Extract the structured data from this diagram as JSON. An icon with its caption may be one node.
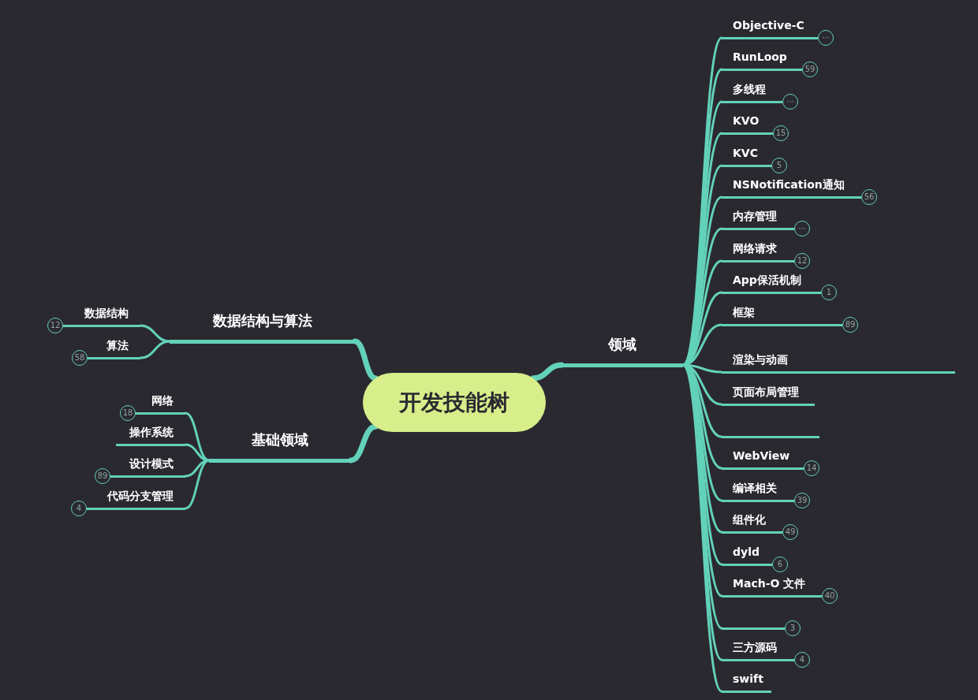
{
  "diagram": {
    "nodes": [
      {
        "text": [
          "开发技能树"
        ]
      },
      {
        "text": [
          "领域"
        ]
      },
      {
        "text": [
          "Objective-C"
        ],
        "beside": [
          "···"
        ]
      },
      {
        "text": [
          "RunLoop"
        ],
        "beside": [
          "59"
        ]
      },
      {
        "text": [
          "多线程"
        ],
        "beside": [
          "···"
        ]
      },
      {
        "text": [
          "KVO"
        ],
        "beside": [
          "15"
        ]
      },
      {
        "text": [
          "KVC"
        ],
        "beside": [
          "5"
        ]
      },
      {
        "text": [
          "NSNotification通知"
        ],
        "beside": [
          "56"
        ]
      },
      {
        "text": [
          "内存管理"
        ],
        "beside": [
          "···"
        ]
      },
      {
        "text": [
          "网络请求"
        ],
        "beside": [
          "12"
        ]
      },
      {
        "text": [
          "App保活机制"
        ],
        "beside": [
          "1"
        ]
      },
      {
        "text": [
          "框架"
        ],
        "beside": [
          "89"
        ]
      },
      {
        "text": [
          "渲染与动画"
        ]
      },
      {
        "text": [
          "页面布局管理"
        ]
      },
      {
        "text": [],
        "shape": "line"
      },
      {
        "text": [
          "WebView"
        ],
        "beside": [
          "14"
        ]
      },
      {
        "text": [
          "编译相关"
        ],
        "beside": [
          "39"
        ]
      },
      {
        "text": [
          "组件化"
        ],
        "beside": [
          "49"
        ]
      },
      {
        "text": [
          "dyld"
        ],
        "beside": [
          "6"
        ]
      },
      {
        "text": [
          "Mach-O 文件"
        ],
        "beside": [
          "40"
        ]
      },
      {
        "text": [],
        "shape": "line",
        "beside": [
          "3"
        ]
      },
      {
        "text": [
          "三方源码"
        ],
        "beside": [
          "4"
        ]
      },
      {
        "text": [
          "swift"
        ]
      },
      {
        "text": [
          "数据结构与算法"
        ]
      },
      {
        "text": [
          "数据结构"
        ],
        "beside": [
          "12"
        ]
      },
      {
        "text": [
          "算法"
        ],
        "beside": [
          "58"
        ]
      },
      {
        "text": [
          "基础领域"
        ]
      },
      {
        "text": [
          "网络"
        ],
        "beside": [
          "18"
        ]
      },
      {
        "text": [
          "操作系统"
        ]
      },
      {
        "text": [
          "设计模式"
        ],
        "beside": [
          "89"
        ]
      },
      {
        "text": [
          "代码分支管理"
        ],
        "beside": [
          "4"
        ]
      }
    ],
    "edges": [
      {
        "from": 0,
        "to": 1,
        "arrow": "none",
        "style": "thick"
      },
      {
        "from": 1,
        "to": 2,
        "arrow": "none"
      },
      {
        "from": 1,
        "to": 3,
        "arrow": "none"
      },
      {
        "from": 1,
        "to": 4,
        "arrow": "none"
      },
      {
        "from": 1,
        "to": 5,
        "arrow": "none"
      },
      {
        "from": 1,
        "to": 6,
        "arrow": "none"
      },
      {
        "from": 1,
        "to": 7,
        "arrow": "none"
      },
      {
        "from": 1,
        "to": 8,
        "arrow": "none"
      },
      {
        "from": 1,
        "to": 9,
        "arrow": "none"
      },
      {
        "from": 1,
        "to": 10,
        "arrow": "none"
      },
      {
        "from": 1,
        "to": 11,
        "arrow": "none"
      },
      {
        "from": 1,
        "to": 12,
        "arrow": "none"
      },
      {
        "from": 1,
        "to": 13,
        "arrow": "none"
      },
      {
        "from": 1,
        "to": 14,
        "arrow": "none"
      },
      {
        "from": 1,
        "to": 15,
        "arrow": "none"
      },
      {
        "from": 1,
        "to": 16,
        "arrow": "none"
      },
      {
        "from": 1,
        "to": 17,
        "arrow": "none"
      },
      {
        "from": 1,
        "to": 18,
        "arrow": "none"
      },
      {
        "from": 1,
        "to": 19,
        "arrow": "none"
      },
      {
        "from": 1,
        "to": 20,
        "arrow": "none"
      },
      {
        "from": 1,
        "to": 21,
        "arrow": "none"
      },
      {
        "from": 1,
        "to": 22,
        "arrow": "none"
      },
      {
        "from": 0,
        "to": 23,
        "arrow": "none",
        "style": "thick"
      },
      {
        "from": 23,
        "to": 24,
        "arrow": "none"
      },
      {
        "from": 23,
        "to": 25,
        "arrow": "none"
      },
      {
        "from": 0,
        "to": 26,
        "arrow": "none",
        "style": "thick"
      },
      {
        "from": 26,
        "to": 27,
        "arrow": "none"
      },
      {
        "from": 26,
        "to": 28,
        "arrow": "none"
      },
      {
        "from": 26,
        "to": 29,
        "arrow": "none"
      },
      {
        "from": 26,
        "to": 30,
        "arrow": "none"
      }
    ]
  }
}
